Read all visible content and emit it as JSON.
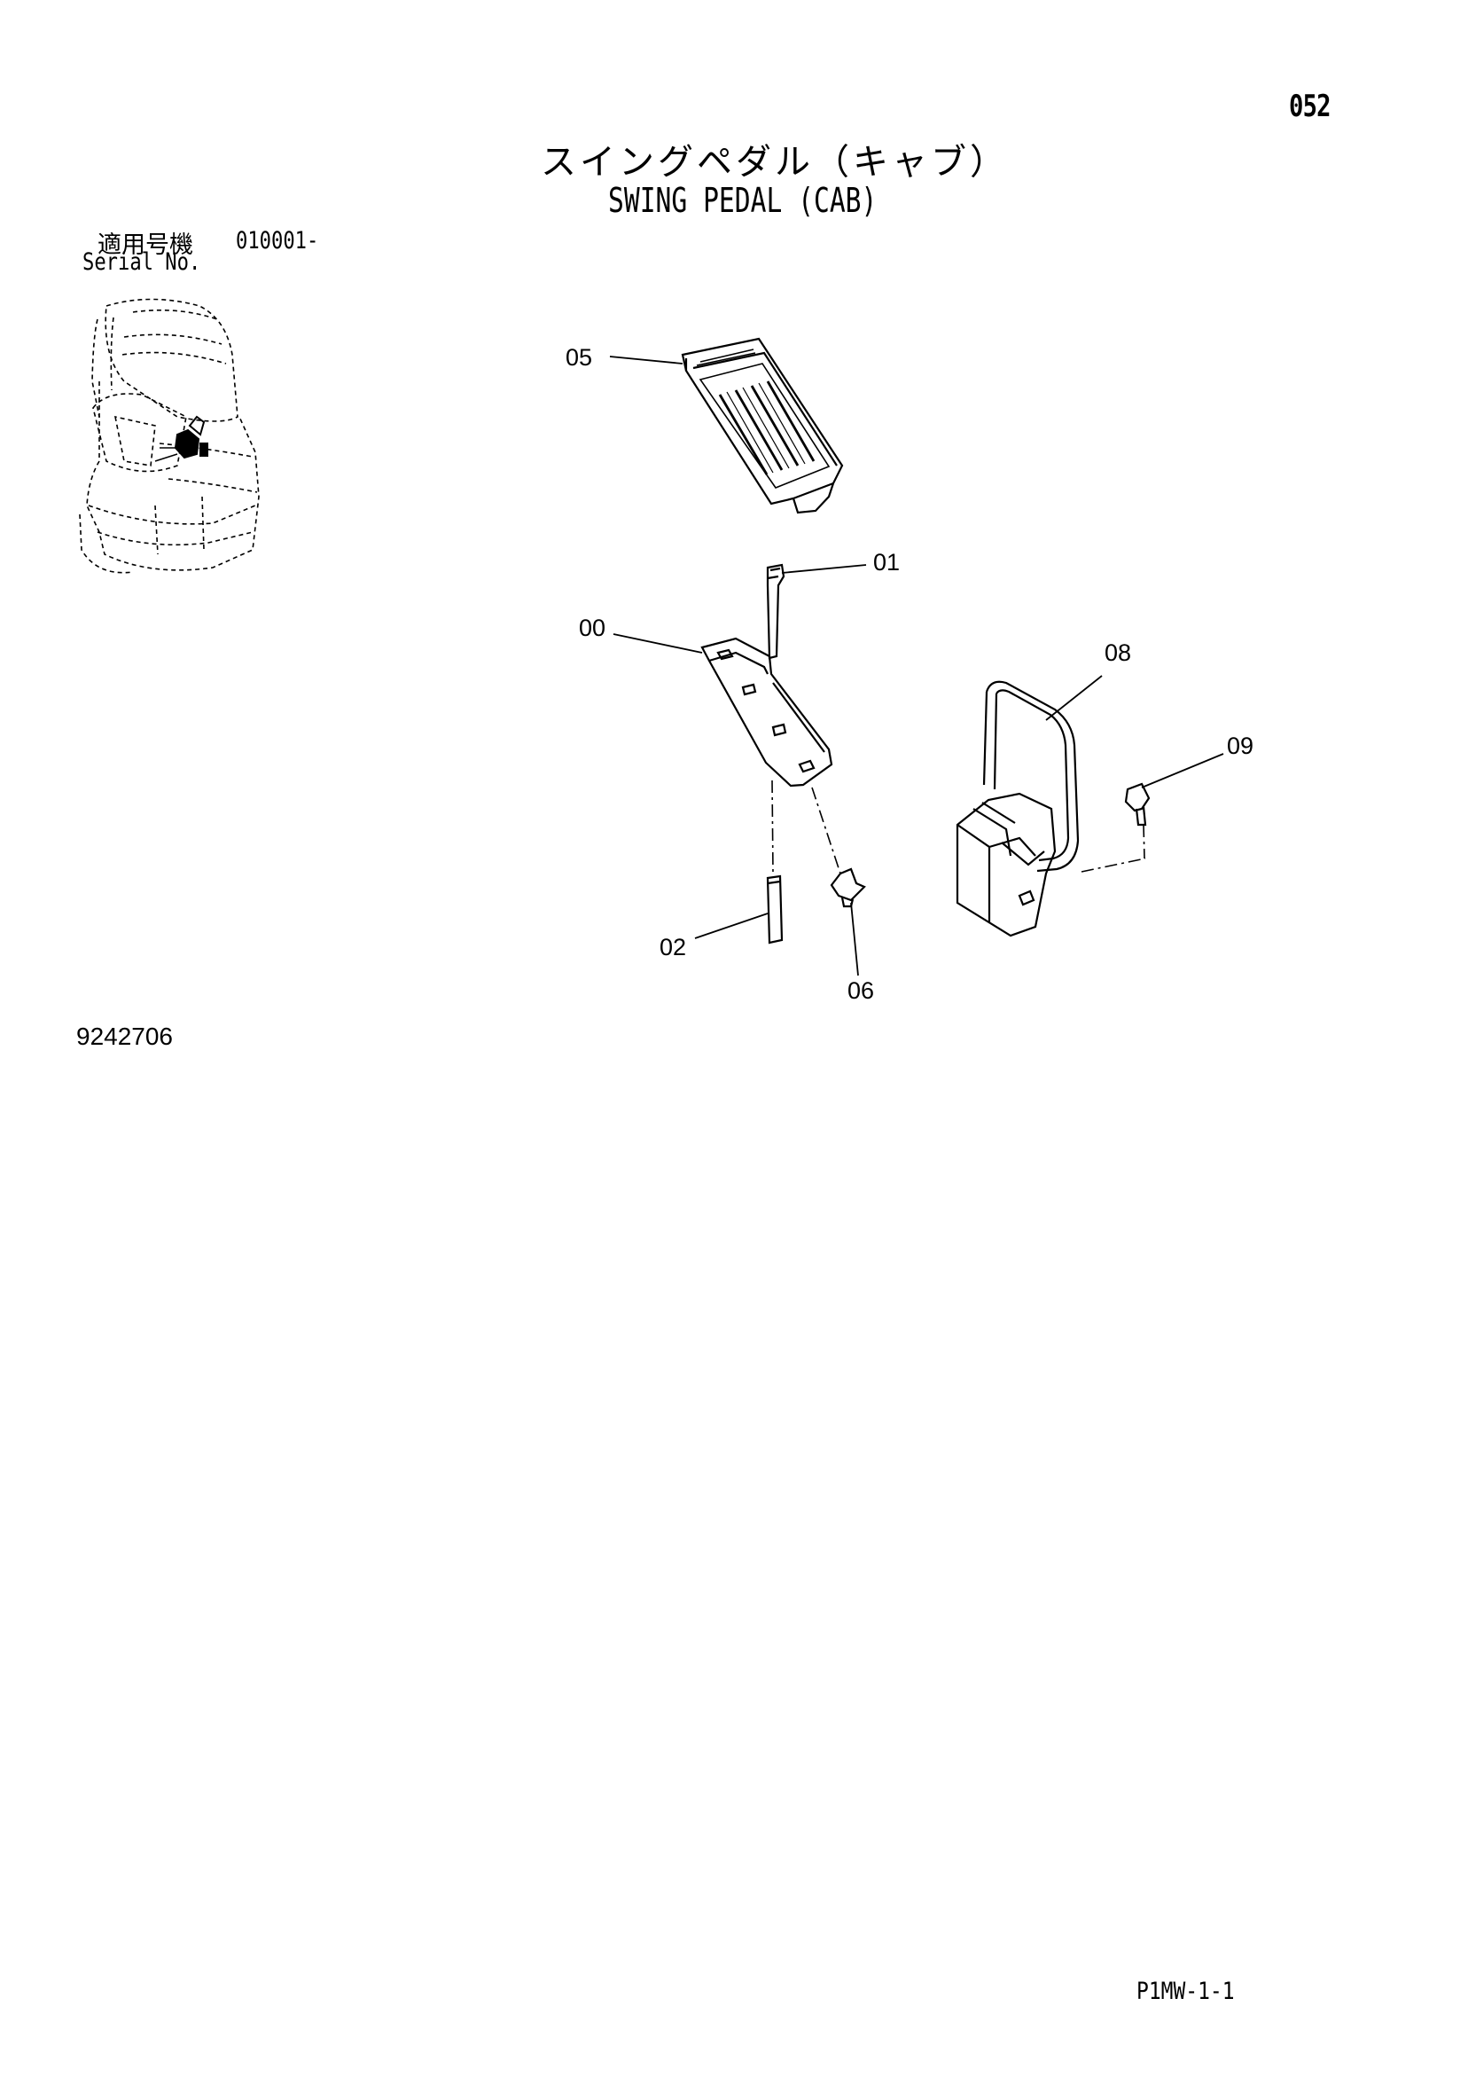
{
  "header": {
    "page_number": "052",
    "title_jp": "スイングペダル（キャブ）",
    "title_en": "SWING PEDAL (CAB)"
  },
  "serial": {
    "label_jp": "適用号機",
    "value": "010001-",
    "label_en": "Serial No."
  },
  "parts": [
    {
      "id": "05"
    },
    {
      "id": "01"
    },
    {
      "id": "00"
    },
    {
      "id": "08"
    },
    {
      "id": "09"
    },
    {
      "id": "02"
    },
    {
      "id": "06"
    }
  ],
  "footer": {
    "drawing_number": "9242706",
    "sheet_code": "P1MW-1-1"
  }
}
